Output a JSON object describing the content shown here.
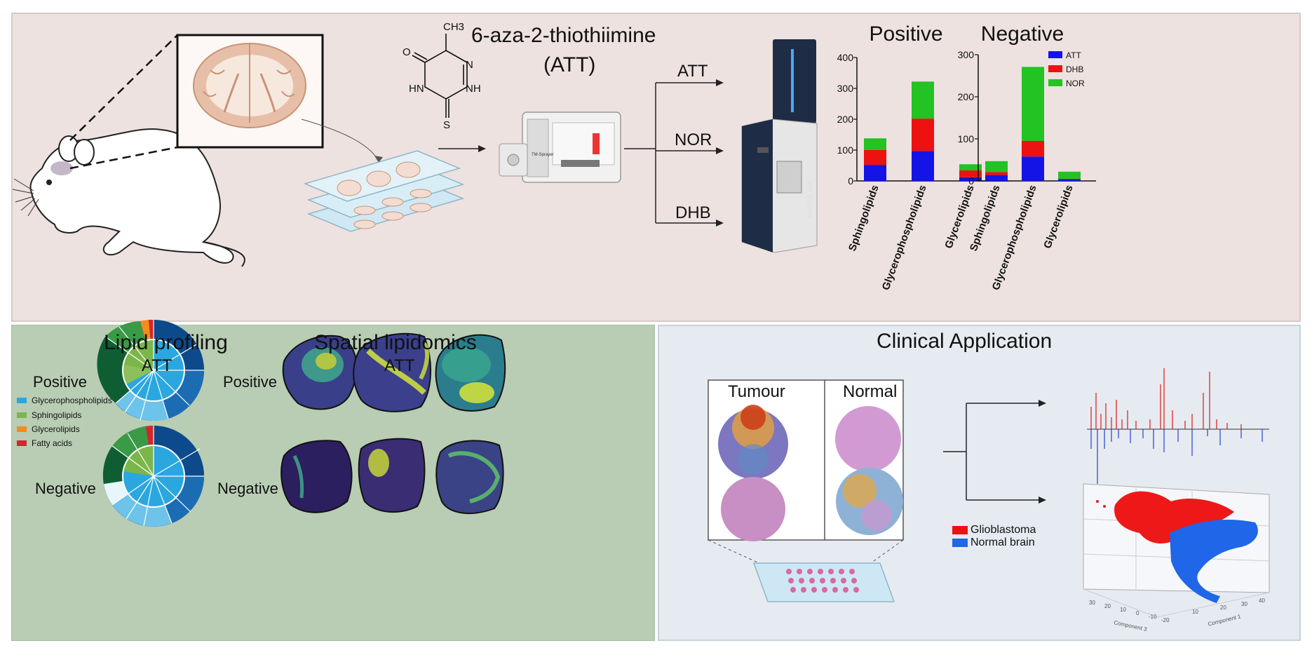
{
  "top": {
    "molecule_name": "6-aza-2-thiothiimine",
    "molecule_abbrev": "(ATT)",
    "atoms": {
      "methyl": "CH3",
      "o": "O",
      "n": "N",
      "hn": "HN",
      "nh": "NH",
      "s": "S"
    },
    "branches": [
      "ATT",
      "NOR",
      "DHB"
    ],
    "instrument_label": "timsTOF fleX",
    "sprayer_label": "TM-Sprayer"
  },
  "chart_data": [
    {
      "type": "bar",
      "stacked": true,
      "title": "Positive",
      "categories": [
        "Sphingolipids",
        "Glycerophospholipids",
        "Glycerolipids"
      ],
      "series": [
        {
          "name": "ATT",
          "color": "#1414e6",
          "values": [
            52,
            97,
            12
          ]
        },
        {
          "name": "DHB",
          "color": "#ee1111",
          "values": [
            48,
            105,
            22
          ]
        },
        {
          "name": "NOR",
          "color": "#22c322",
          "values": [
            38,
            120,
            20
          ]
        }
      ],
      "ylim": [
        0,
        400
      ],
      "yticks": [
        0,
        100,
        200,
        300,
        400
      ]
    },
    {
      "type": "bar",
      "stacked": true,
      "title": "Negative",
      "categories": [
        "Sphingolipids",
        "Glycerophospholipids",
        "Glycerolipids"
      ],
      "series": [
        {
          "name": "ATT",
          "color": "#1414e6",
          "values": [
            14,
            58,
            4
          ]
        },
        {
          "name": "DHB",
          "color": "#ee1111",
          "values": [
            7,
            37,
            1
          ]
        },
        {
          "name": "NOR",
          "color": "#22c322",
          "values": [
            26,
            176,
            17
          ]
        }
      ],
      "ylim": [
        0,
        300
      ],
      "yticks": [
        0,
        100,
        200,
        300
      ],
      "legend": "top-right"
    }
  ],
  "bottom_left": {
    "lipid_title": "Lipid profiling",
    "lipid_subtitle": "ATT",
    "spatial_title": "Spatial lipidomics",
    "spatial_subtitle": "ATT",
    "row_positive": "Positive",
    "row_negative": "Negative",
    "legend": [
      {
        "label": "Glycerophospholipids",
        "color": "#2aa7df"
      },
      {
        "label": "Sphingolipids",
        "color": "#7cb64a"
      },
      {
        "label": "Glycerolipids",
        "color": "#f28c1e"
      },
      {
        "label": "Fatty acids",
        "color": "#d9242c"
      }
    ]
  },
  "bottom_right": {
    "title": "Clinical Application",
    "tumour": "Tumour",
    "normal": "Normal",
    "legend": [
      {
        "label": "Glioblastoma",
        "color": "#ee1111"
      },
      {
        "label": "Normal brain",
        "color": "#1f66e8"
      }
    ],
    "axis_labels": [
      "Component 3",
      "Component 1"
    ],
    "axis_ticks": [
      "30",
      "20",
      "10",
      "0",
      "-10",
      "-20",
      "10",
      "20",
      "30",
      "40"
    ]
  }
}
